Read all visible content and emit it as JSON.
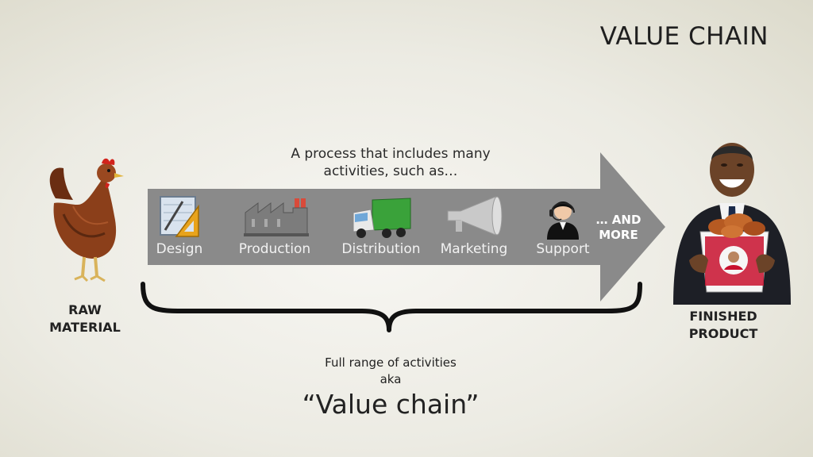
{
  "slide": {
    "title": "VALUE CHAIN",
    "subtitle_line1": "A process that includes many",
    "subtitle_line2": "activities, such as…",
    "steps": [
      {
        "label": "Design",
        "icon": "design-tools-icon"
      },
      {
        "label": "Production",
        "icon": "factory-icon"
      },
      {
        "label": "Distribution",
        "icon": "delivery-truck-icon"
      },
      {
        "label": "Marketing",
        "icon": "megaphone-icon"
      },
      {
        "label": "Support",
        "icon": "support-agent-icon"
      }
    ],
    "more_line1": "… AND",
    "more_line2": "MORE",
    "raw_line1": "RAW",
    "raw_line2": "MATERIAL",
    "finished_line1": "FINISHED",
    "finished_line2": "PRODUCT",
    "range_line1": "Full range of activities",
    "range_line2": "aka",
    "big_label": "“Value chain”",
    "colors": {
      "arrow": "#8a8a8a",
      "text_dark": "#222222",
      "truck_green": "#3aa23a"
    }
  }
}
